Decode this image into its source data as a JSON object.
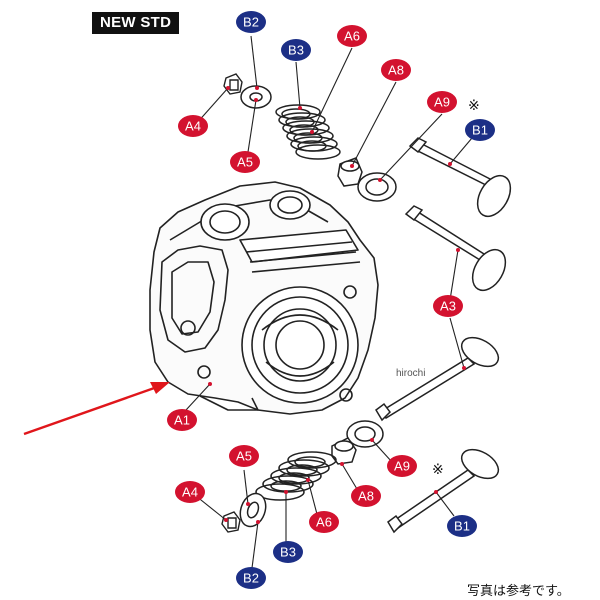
{
  "header": {
    "badge": "NEW STD"
  },
  "watermark": "hirochi",
  "footer": {
    "note": "写真は参考です。"
  },
  "colors": {
    "red": "#d3122f",
    "blue": "#1c2f86",
    "arrow": "#e0161b",
    "line": "#222222"
  },
  "labels": [
    {
      "id": "b2-top",
      "text": "B2",
      "color": "blue"
    },
    {
      "id": "b3-top",
      "text": "B3",
      "color": "blue"
    },
    {
      "id": "a6-top",
      "text": "A6",
      "color": "red"
    },
    {
      "id": "a8-top",
      "text": "A8",
      "color": "red"
    },
    {
      "id": "a9-top",
      "text": "A9",
      "color": "red"
    },
    {
      "id": "a4-top",
      "text": "A4",
      "color": "red"
    },
    {
      "id": "a5-top",
      "text": "A5",
      "color": "red"
    },
    {
      "id": "b1-top",
      "text": "B1",
      "color": "blue"
    },
    {
      "id": "a3",
      "text": "A3",
      "color": "red"
    },
    {
      "id": "a1",
      "text": "A1",
      "color": "red"
    },
    {
      "id": "a5-bot",
      "text": "A5",
      "color": "red"
    },
    {
      "id": "a9-bot",
      "text": "A9",
      "color": "red"
    },
    {
      "id": "a4-bot",
      "text": "A4",
      "color": "red"
    },
    {
      "id": "a8-bot",
      "text": "A8",
      "color": "red"
    },
    {
      "id": "a6-bot",
      "text": "A6",
      "color": "red"
    },
    {
      "id": "b3-bot",
      "text": "B3",
      "color": "blue"
    },
    {
      "id": "b1-bot",
      "text": "B1",
      "color": "blue"
    },
    {
      "id": "b2-bot",
      "text": "B2",
      "color": "blue"
    }
  ],
  "marks": {
    "a9_top": "※",
    "a9_bot": "※"
  }
}
